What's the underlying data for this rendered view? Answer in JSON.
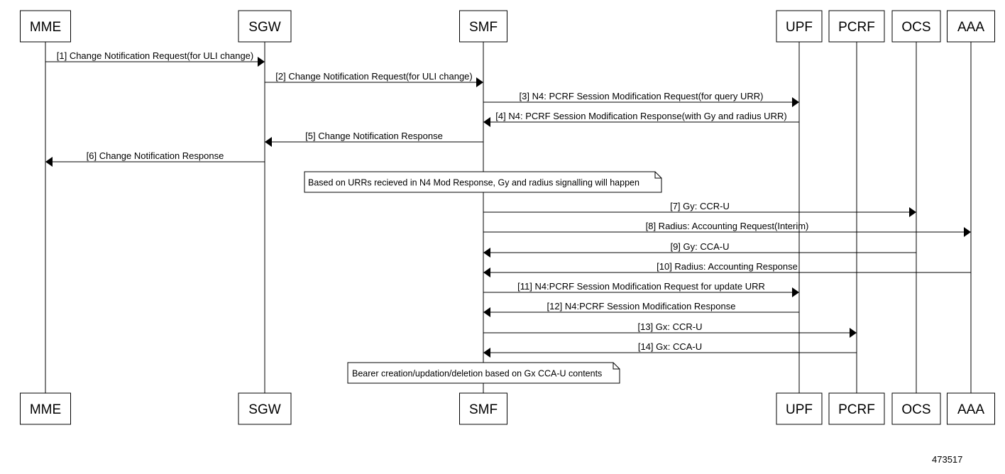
{
  "participants": [
    {
      "id": "mme",
      "label": "MME"
    },
    {
      "id": "sgw",
      "label": "SGW"
    },
    {
      "id": "smf",
      "label": "SMF"
    },
    {
      "id": "upf",
      "label": "UPF"
    },
    {
      "id": "pcrf",
      "label": "PCRF"
    },
    {
      "id": "ocs",
      "label": "OCS"
    },
    {
      "id": "aaa",
      "label": "AAA"
    }
  ],
  "messages": [
    {
      "from": "mme",
      "to": "sgw",
      "label": "[1] Change Notification Request(for ULI change)"
    },
    {
      "from": "sgw",
      "to": "smf",
      "label": "[2] Change Notification Request(for ULI change)"
    },
    {
      "from": "smf",
      "to": "upf",
      "label": "[3] N4: PCRF Session Modification Request(for query URR)"
    },
    {
      "from": "upf",
      "to": "smf",
      "label": "[4] N4: PCRF Session Modification Response(with Gy and radius URR)"
    },
    {
      "from": "smf",
      "to": "sgw",
      "label": "[5] Change Notification Response"
    },
    {
      "from": "sgw",
      "to": "mme",
      "label": "[6] Change Notification Response"
    },
    {
      "note": true,
      "label": "Based on URRs recieved in N4 Mod Response, Gy and radius signalling will happen"
    },
    {
      "from": "smf",
      "to": "ocs",
      "label": "[7] Gy: CCR-U"
    },
    {
      "from": "smf",
      "to": "aaa",
      "label": "[8] Radius: Accounting Request(Interim)"
    },
    {
      "from": "ocs",
      "to": "smf",
      "label": "[9] Gy: CCA-U"
    },
    {
      "from": "aaa",
      "to": "smf",
      "label": "[10] Radius: Accounting Response"
    },
    {
      "from": "smf",
      "to": "upf",
      "label": "[11] N4:PCRF Session Modification Request for update URR"
    },
    {
      "from": "upf",
      "to": "smf",
      "label": "[12] N4:PCRF Session Modification Response"
    },
    {
      "from": "smf",
      "to": "pcrf",
      "label": "[13] Gx: CCR-U"
    },
    {
      "from": "pcrf",
      "to": "smf",
      "label": "[14] Gx: CCA-U"
    },
    {
      "note": true,
      "label": "Bearer creation/updation/deletion based on Gx CCA-U contents"
    }
  ],
  "figure_id": "473517"
}
